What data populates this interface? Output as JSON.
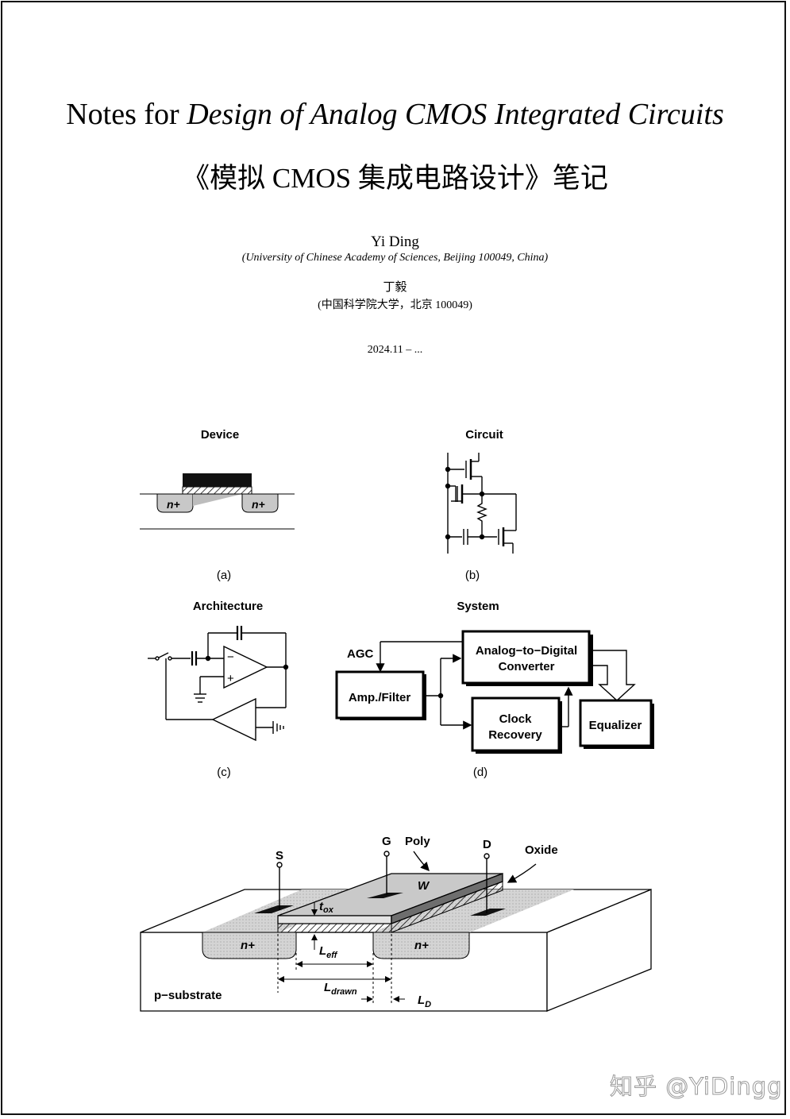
{
  "header": {
    "title_prefix": "Notes for",
    "title_italic": "Design of Analog CMOS Integrated Circuits",
    "title_zh": "《模拟 CMOS 集成电路设计》笔记",
    "author": "Yi Ding",
    "affiliation": "(University of Chinese Academy of Sciences, Beijing 100049, China)",
    "author_zh": "丁毅",
    "affiliation_zh": "(中国科学院大学，北京 100049)",
    "date": "2024.11 – ..."
  },
  "figures": {
    "a": {
      "title": "Device",
      "caption": "(a)",
      "n_plus": "n+"
    },
    "b": {
      "title": "Circuit",
      "caption": "(b)"
    },
    "c": {
      "title": "Architecture",
      "caption": "(c)",
      "minus": "−",
      "plus": "+"
    },
    "d": {
      "title": "System",
      "caption": "(d)",
      "agc": "AGC",
      "amp": "Amp./Filter",
      "adc_line1": "Analog−to−Digital",
      "adc_line2": "Converter",
      "clock_line1": "Clock",
      "clock_line2": "Recovery",
      "equalizer": "Equalizer"
    }
  },
  "mosfet": {
    "S": "S",
    "G": "G",
    "D": "D",
    "poly": "Poly",
    "oxide": "Oxide",
    "W": "W",
    "tox": "t",
    "tox_sub": "ox",
    "leff": "L",
    "leff_sub": "eff",
    "ldrawn": "L",
    "ldrawn_sub": "drawn",
    "ld": "L",
    "ld_sub": "D",
    "n_plus": "n+",
    "substrate": "p−substrate"
  },
  "watermark": "知乎 @YiDingg"
}
